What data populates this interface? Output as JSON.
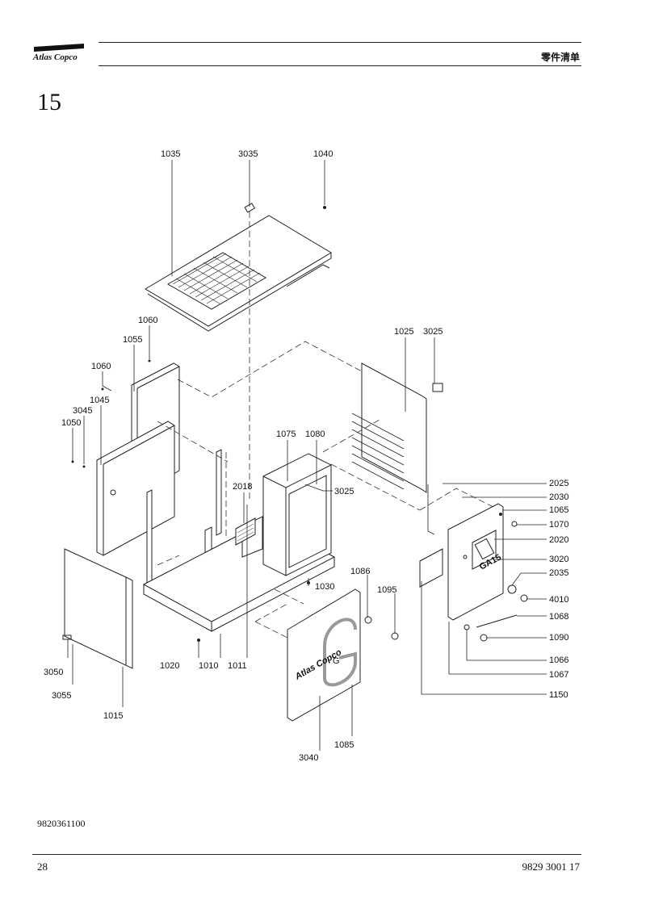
{
  "header": {
    "brand": "Atlas Copco",
    "title": "零件清单"
  },
  "section_number": "15",
  "diagram": {
    "callouts": [
      "1035",
      "3035",
      "1040",
      "1060",
      "1055",
      "1025",
      "3025",
      "1060",
      "1045",
      "3045",
      "1050",
      "1075",
      "1080",
      "2018",
      "3025",
      "2025",
      "2030",
      "1065",
      "1070",
      "2020",
      "3020",
      "2035",
      "4010",
      "1068",
      "1090",
      "1066",
      "1067",
      "1150",
      "1086",
      "1095",
      "1030",
      "1020",
      "1010",
      "1011",
      "3050",
      "3055",
      "1015",
      "3040",
      "1085"
    ],
    "panel_marks": {
      "model": "GA15",
      "brand": "Atlas Copco",
      "logo_letter": "G"
    }
  },
  "footer": {
    "document_id": "9820361100",
    "page_number": "28",
    "manual_number": "9829 3001 17"
  },
  "colors": {
    "line": "#222222",
    "dash": "#333333",
    "panel": "#ffffff"
  }
}
